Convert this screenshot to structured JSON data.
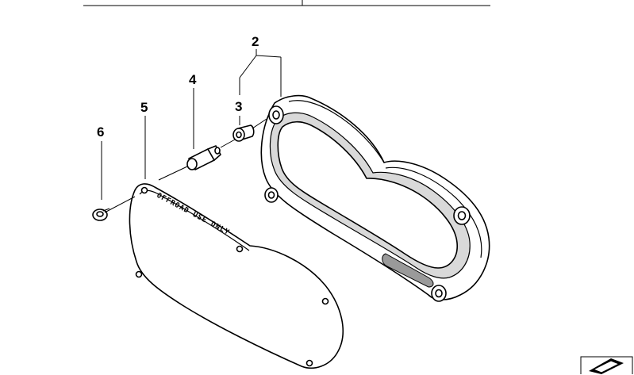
{
  "callouts": {
    "c2": "2",
    "c3": "3",
    "c4": "4",
    "c5": "5",
    "c6": "6"
  },
  "cover_stamp": "OFFROAD USE ONLY",
  "icons": {
    "corner": "bmw-part-folder-icon"
  },
  "colors": {
    "line": "#000000",
    "background": "#ffffff",
    "shade": "#d9d9d9"
  }
}
